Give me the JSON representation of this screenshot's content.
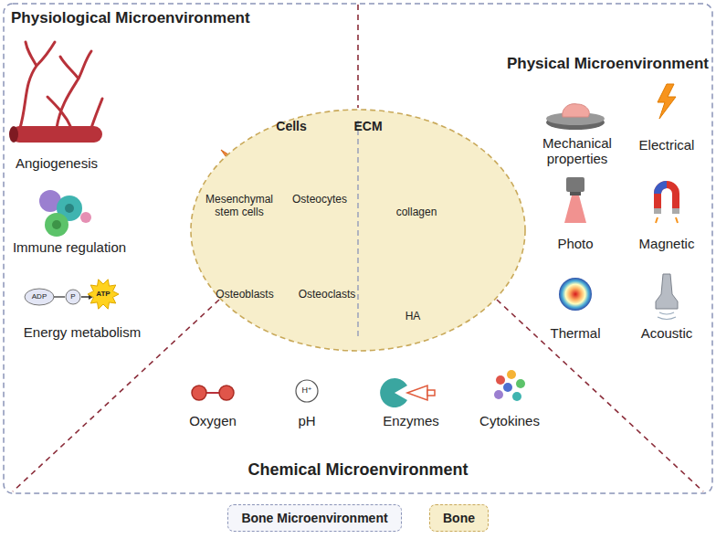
{
  "diagram": {
    "nodes": [
      {
        "text": [
          "Cells",
          "ECM"
        ]
      }
    ],
    "labels": [
      "Physiological Microenvironment",
      "Physical Microenvironment",
      "Angiogenesis",
      "Immune regulation",
      "ADP",
      "P",
      "ATP",
      "Energy metabolism",
      "Mesenchymal stem cells",
      "Osteocytes",
      "Osteoblasts",
      "Osteoclasts",
      "collagen",
      "HA",
      "Mechanical properties",
      "Electrical",
      "Photo",
      "Magnetic",
      "Thermal",
      "Acoustic",
      "H⁺",
      "Oxygen",
      "pH",
      "Enzymes",
      "Cytokines",
      "Chemical Microenvironment"
    ],
    "legend": [
      {
        "text": "Bone Microenvironment",
        "color": "#f5f6fb"
      },
      {
        "text": "Bone",
        "color": "#f7eecb"
      }
    ]
  }
}
